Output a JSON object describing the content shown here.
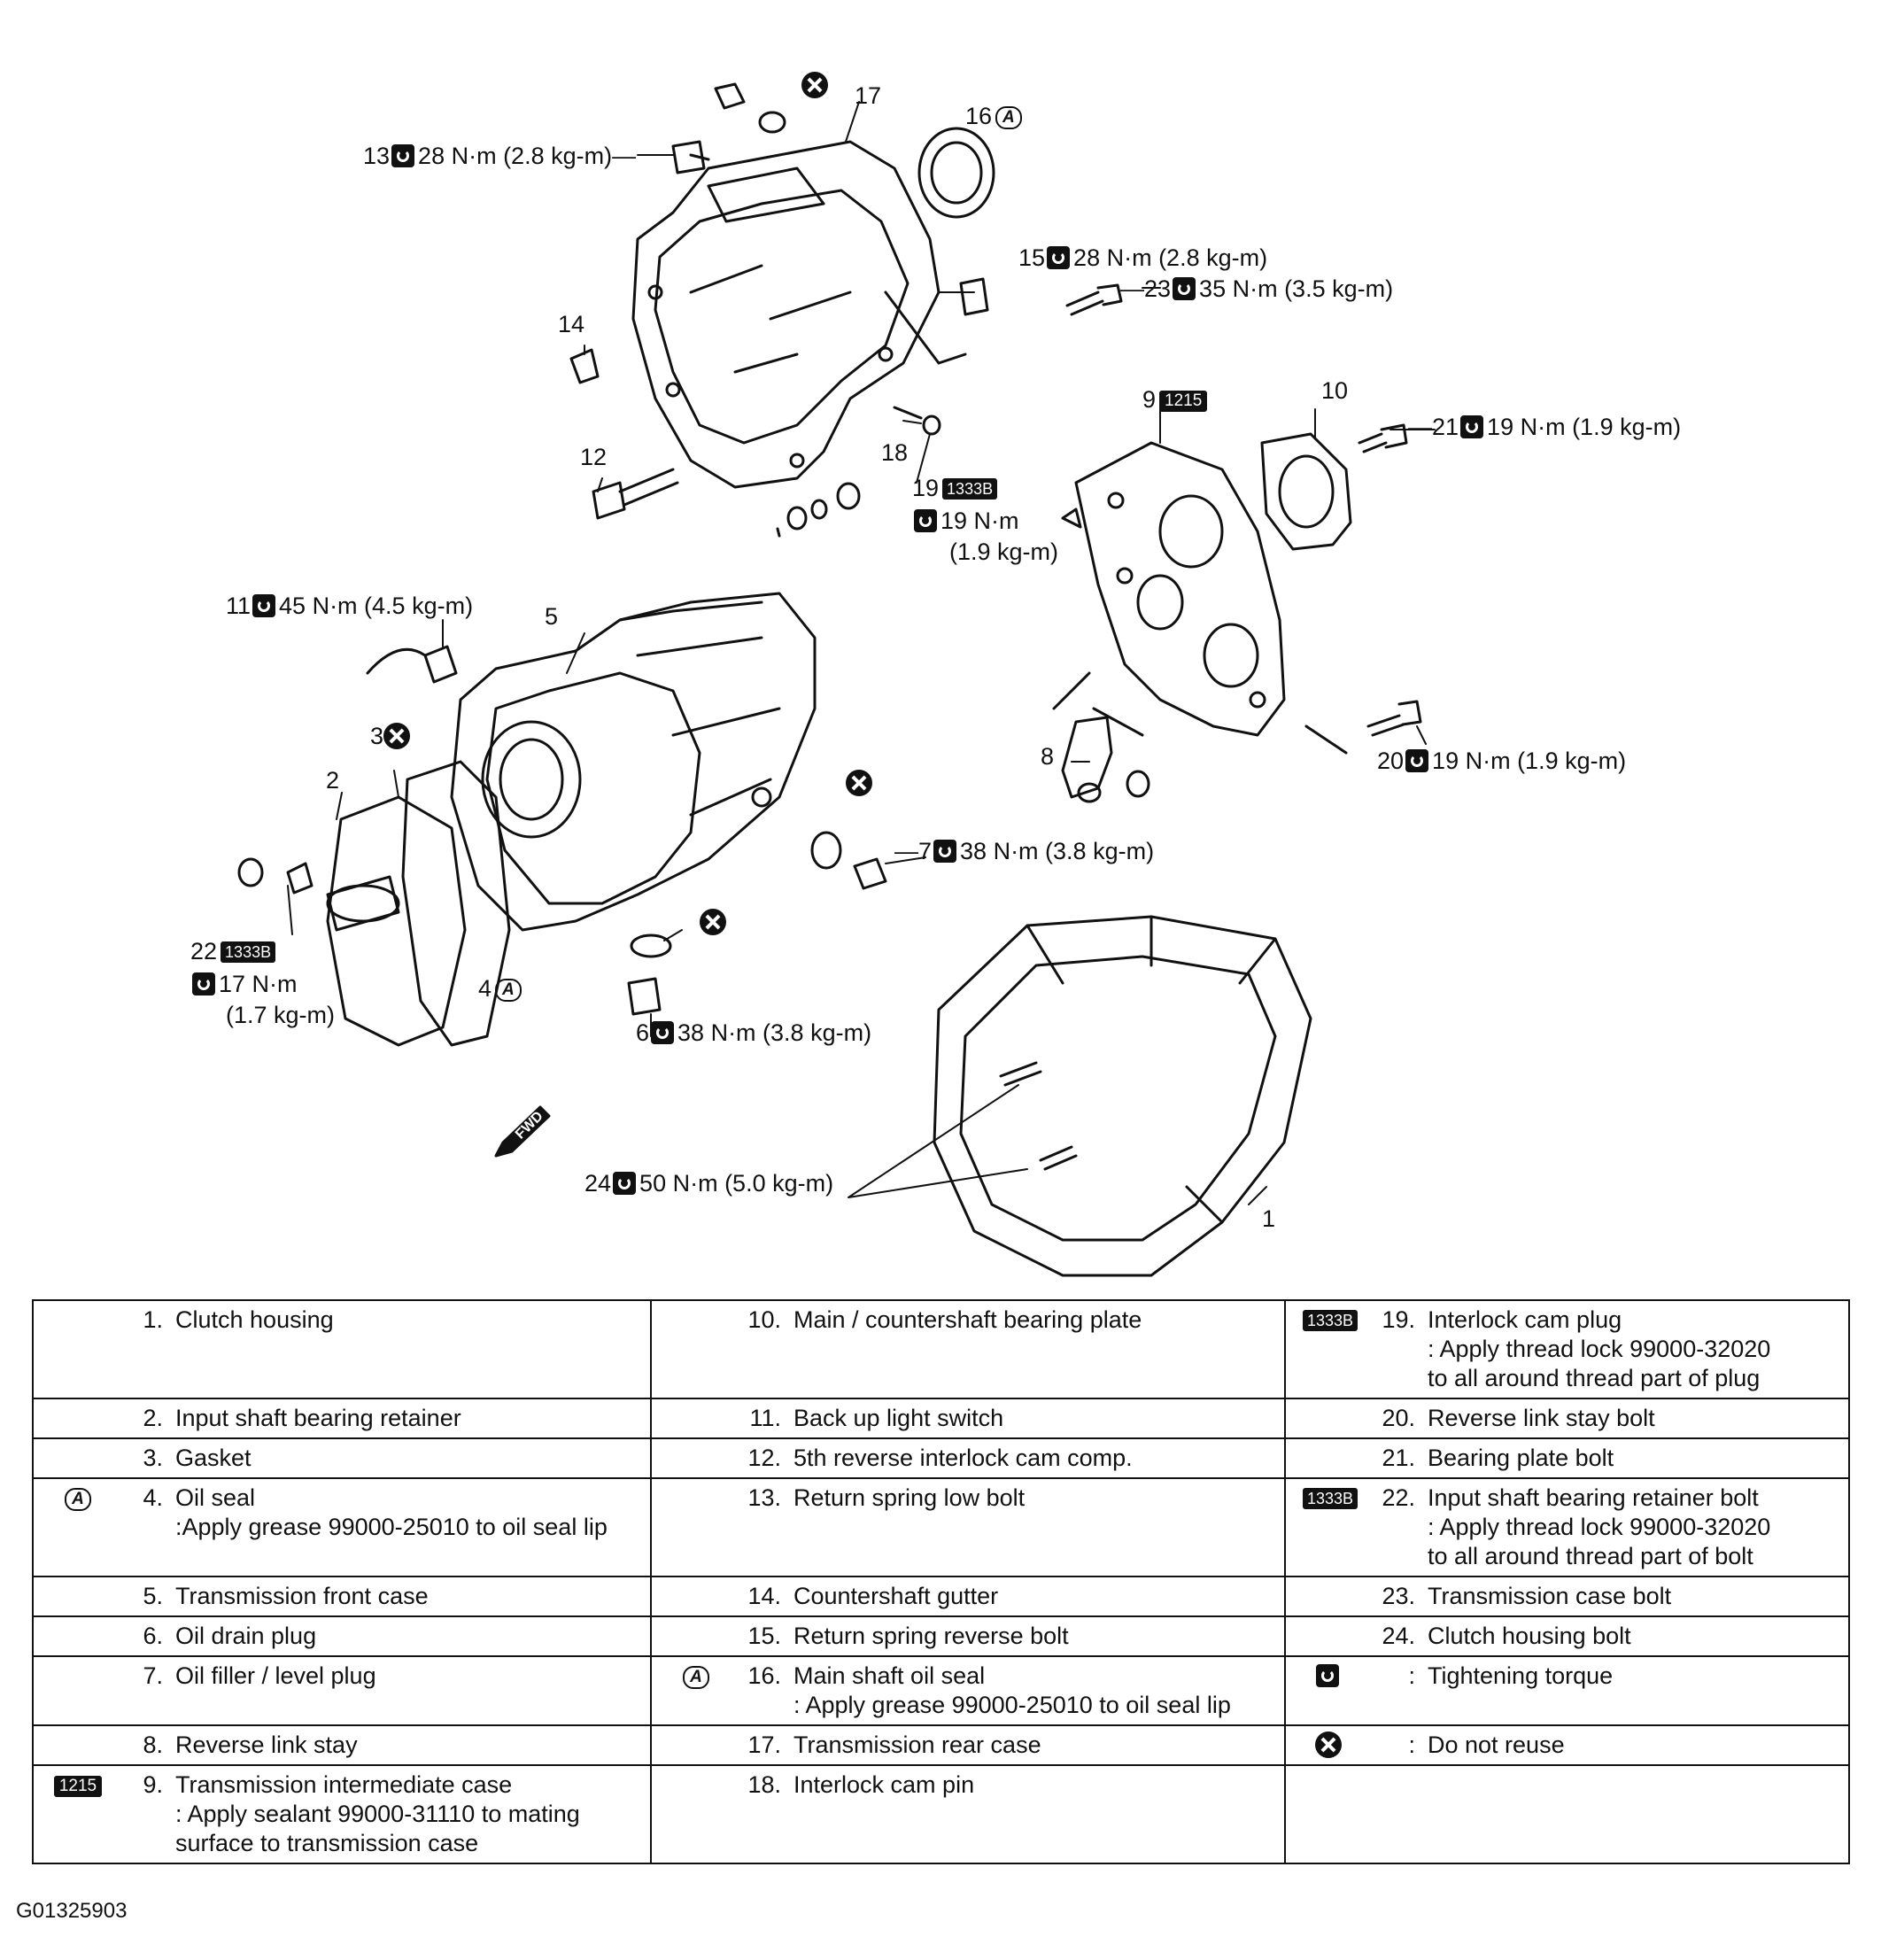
{
  "callouts": {
    "c13": {
      "num": "13",
      "torque": "28 N·m (2.8 kg-m)"
    },
    "c17": {
      "num": "17"
    },
    "c16": {
      "num": "16"
    },
    "c15": {
      "num": "15",
      "torque": "28 N·m (2.8 kg-m)"
    },
    "c23": {
      "num": "23",
      "torque": "35 N·m (3.5 kg-m)"
    },
    "c14": {
      "num": "14"
    },
    "c12": {
      "num": "12"
    },
    "c18": {
      "num": "18"
    },
    "c19": {
      "num": "19",
      "torque": "19 N·m",
      "torque2": "(1.9 kg-m)"
    },
    "c9": {
      "num": "9"
    },
    "c10": {
      "num": "10"
    },
    "c21": {
      "num": "21",
      "torque": "19 N·m (1.9 kg-m)"
    },
    "c11": {
      "num": "11",
      "torque": "45 N·m (4.5 kg-m)"
    },
    "c5": {
      "num": "5"
    },
    "c3": {
      "num": "3"
    },
    "c2": {
      "num": "2"
    },
    "c8": {
      "num": "8"
    },
    "c20": {
      "num": "20",
      "torque": "19 N·m (1.9 kg-m)"
    },
    "c7": {
      "num": "7",
      "torque": "38 N·m (3.8 kg-m)"
    },
    "c22": {
      "num": "22",
      "torque": "17 N·m",
      "torque2": "(1.7 kg-m)"
    },
    "c4": {
      "num": "4"
    },
    "c6": {
      "num": "6",
      "torque": "38 N·m (3.8 kg-m)"
    },
    "c24": {
      "num": "24",
      "torque": "50 N·m (5.0 kg-m)"
    },
    "c1": {
      "num": "1"
    },
    "fwd": "FWD",
    "sealant_code": "1215",
    "threadlock_code": "1333B",
    "grease_code": "A"
  },
  "legend": {
    "r1": [
      {
        "num": "1.",
        "text": "Clutch housing"
      },
      {
        "num": "10.",
        "text": "Main / countershaft bearing plate"
      },
      {
        "num": "19.",
        "text": "Interlock cam plug\n: Apply thread lock 99000-32020\nto all around thread part of plug",
        "icon": "threadlock"
      }
    ],
    "r2": [
      {
        "num": "2.",
        "text": "Input shaft bearing retainer"
      },
      {
        "num": "11.",
        "text": "Back up light switch"
      },
      {
        "num": "20.",
        "text": "Reverse link stay bolt"
      }
    ],
    "r3": [
      {
        "num": "3.",
        "text": "Gasket"
      },
      {
        "num": "12.",
        "text": "5th reverse interlock cam comp."
      },
      {
        "num": "21.",
        "text": "Bearing plate bolt"
      }
    ],
    "r4": [
      {
        "num": "4.",
        "text": "Oil seal\n:Apply grease 99000-25010 to oil seal lip",
        "icon": "grease"
      },
      {
        "num": "13.",
        "text": "Return spring low bolt"
      },
      {
        "num": "22.",
        "text": "Input shaft bearing retainer bolt\n: Apply thread lock 99000-32020\nto all around thread part of bolt",
        "icon": "threadlock"
      }
    ],
    "r5": [
      {
        "num": "5.",
        "text": "Transmission front case"
      },
      {
        "num": "14.",
        "text": "Countershaft gutter"
      },
      {
        "num": "23.",
        "text": "Transmission case bolt"
      }
    ],
    "r6": [
      {
        "num": "6.",
        "text": "Oil drain plug"
      },
      {
        "num": "15.",
        "text": "Return spring reverse bolt"
      },
      {
        "num": "24.",
        "text": "Clutch housing bolt"
      }
    ],
    "r7": [
      {
        "num": "7.",
        "text": "Oil filler / level plug"
      },
      {
        "num": "16.",
        "text": "Main shaft oil seal\n: Apply grease 99000-25010 to oil seal lip",
        "icon": "grease"
      },
      {
        "num": ":",
        "text": "Tightening torque",
        "icon": "torque"
      }
    ],
    "r8": [
      {
        "num": "8.",
        "text": "Reverse link stay"
      },
      {
        "num": "17.",
        "text": "Transmission rear case"
      },
      {
        "num": ":",
        "text": "Do not reuse",
        "icon": "noreuse"
      }
    ],
    "r9": [
      {
        "num": "9.",
        "text": "Transmission intermediate case\n: Apply sealant 99000-31110 to mating\nsurface to transmission case",
        "icon": "sealant"
      },
      {
        "num": "18.",
        "text": "Interlock cam pin"
      },
      {
        "num": "",
        "text": ""
      }
    ]
  },
  "footer": "G01325903"
}
